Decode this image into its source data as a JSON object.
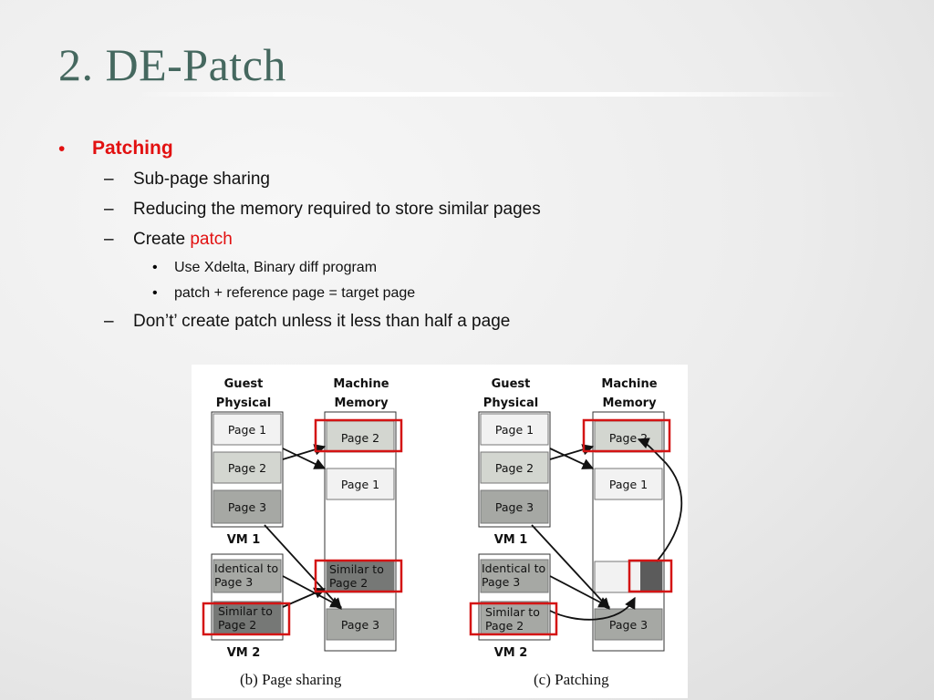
{
  "slide": {
    "title": "2. DE-Patch"
  },
  "bullets": {
    "main": {
      "marker": "•",
      "text": "Patching"
    },
    "sub1": {
      "marker": "–",
      "text": "Sub-page sharing"
    },
    "sub2": {
      "marker": "–",
      "text": "Reducing the memory required to store similar pages"
    },
    "sub3": {
      "marker": "–",
      "text_prefix": "Create ",
      "text_highlight": "patch"
    },
    "sub3a": {
      "marker": "•",
      "text": "Use Xdelta, Binary diff program"
    },
    "sub3b": {
      "marker": "•",
      "text": "patch + reference page = target page"
    },
    "sub4": {
      "marker": "–",
      "text": "Don’t’ create patch unless it less than half a page"
    }
  },
  "figure": {
    "headers": {
      "guest_line1": "Guest",
      "guest_line2": "Physical",
      "machine_line1": "Machine",
      "machine_line2": "Memory"
    },
    "vm1_label": "VM 1",
    "vm2_label": "VM 2",
    "guest_pages": [
      "Page 1",
      "Page 2",
      "Page 3"
    ],
    "vm2_pages": {
      "identical_line1": "Identical to",
      "identical_line2": "Page 3",
      "similar_line1": "Similar to",
      "similar_line2": "Page 2"
    },
    "machine_b": {
      "page2": "Page 2",
      "page1": "Page 1",
      "similar_line1": "Similar to",
      "similar_line2": "Page 2",
      "page3": "Page 3"
    },
    "machine_c": {
      "page2": "Page 2",
      "page1": "Page 1",
      "page3": "Page 3"
    },
    "caption_b": "(b)  Page sharing",
    "caption_c": "(c)  Patching",
    "colors": {
      "highlight_box": "#d41414",
      "light_page": "#f2f2f2",
      "mid_page": "#d3d6d0",
      "dark_page": "#a6a8a4",
      "patch_block": "#5b5b5b"
    }
  }
}
